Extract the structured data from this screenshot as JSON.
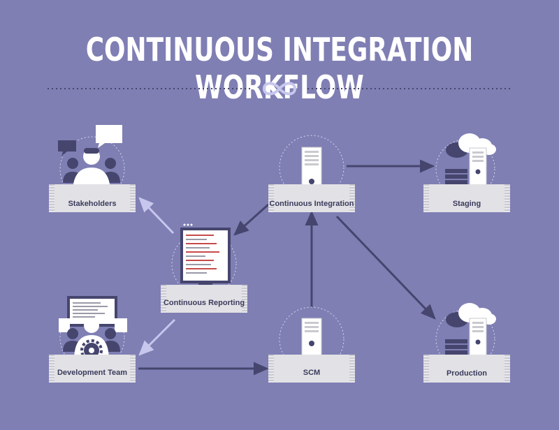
{
  "title": "CONTINUOUS INTEGRATION WORKFLOW",
  "nodes": {
    "stakeholders": "Stakeholders",
    "continuous_integration": "Continuous Integration",
    "staging": "Staging",
    "continuous_reporting": "Continuous Reporting",
    "development_team": "Development Team",
    "scm": "SCM",
    "production": "Production"
  },
  "colors": {
    "background": "#7f7fb4",
    "dark_purple": "#45456e",
    "light_gray": "#e2e2e6",
    "stripe_gray": "#c9c9cf",
    "arrow_light": "#c7c7ee",
    "accent_red": "#c84a4a"
  },
  "icons": [
    "infinity-icon",
    "user-icon",
    "chat-bubble-icon",
    "server-icon",
    "cloud-icon",
    "monitor-icon",
    "gear-icon",
    "database-stack-icon"
  ]
}
